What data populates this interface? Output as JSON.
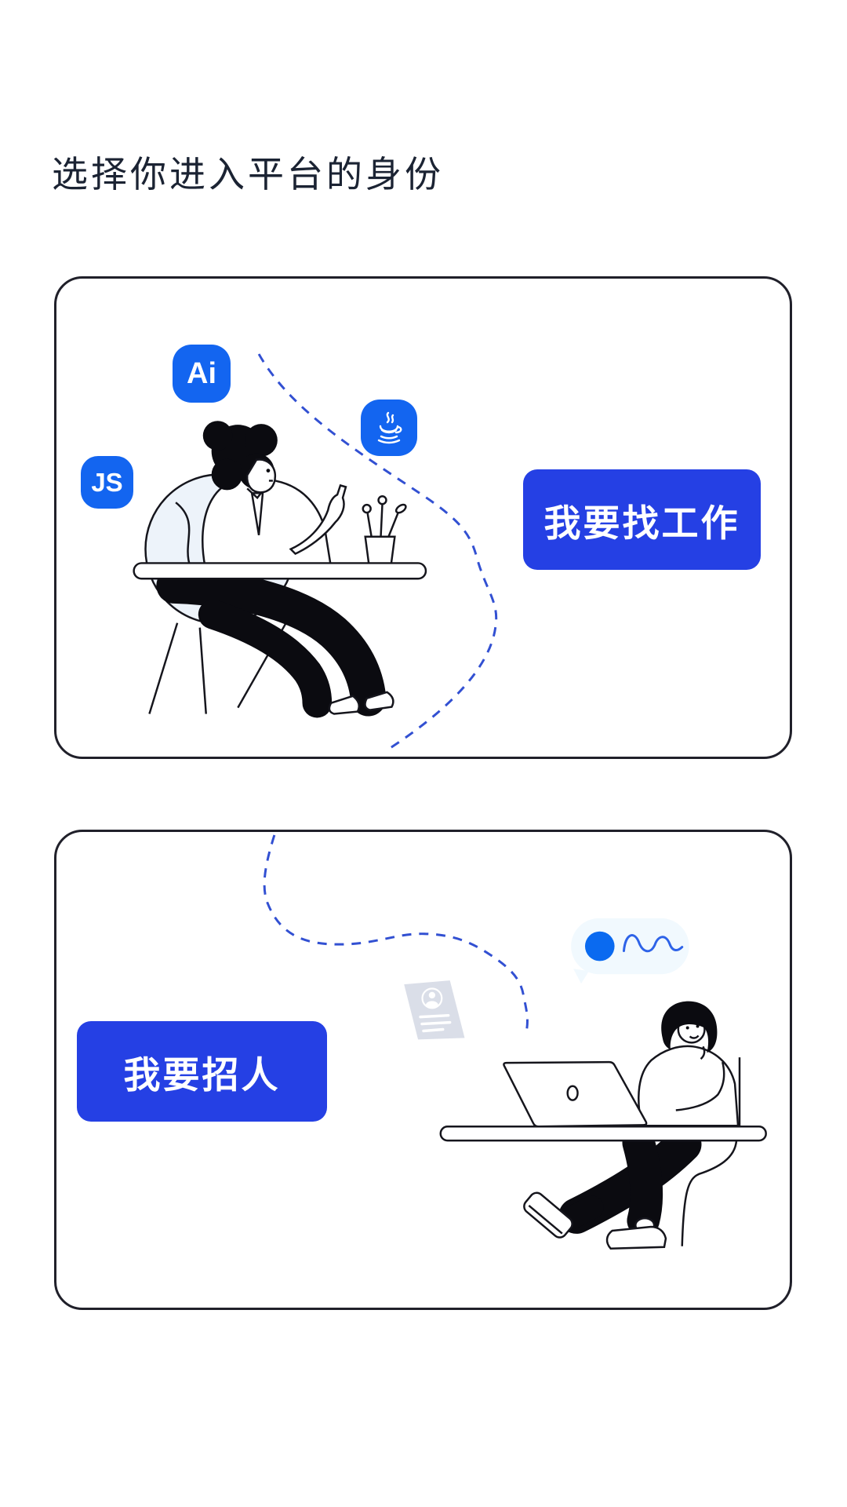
{
  "page": {
    "title": "选择你进入平台的身份"
  },
  "jobseeker_card": {
    "button_label": "我要找工作",
    "badge_ai": "Ai",
    "badge_js": "JS",
    "badge_java_icon": "java-coffee-icon",
    "illustration": "person-with-curly-hair-sitting-at-desk-pointing-up"
  },
  "recruiter_card": {
    "button_label": "我要招人",
    "illustration": "woman-sitting-at-desk-with-laptop",
    "floating_elements": [
      "resume-document-icon",
      "chat-bubble-with-dot-and-wave"
    ]
  },
  "colors": {
    "title_text": "#1B2333",
    "button_blue": "#2540E4",
    "badge_blue": "#1365F0",
    "dot_blue": "#0A6AF0",
    "dashed_line_blue": "#3250D2",
    "card_border": "#20202A",
    "chair_fill": "#EDF3FA",
    "document_fill": "#DADEE8",
    "bubble_fill": "#F1F9FE"
  }
}
